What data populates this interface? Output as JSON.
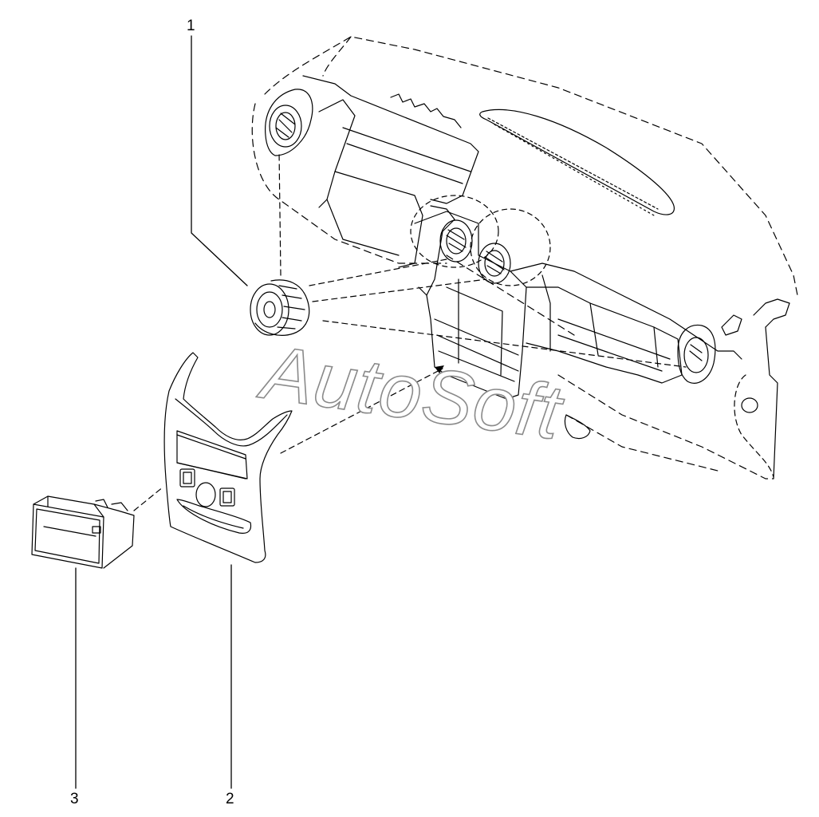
{
  "callouts": {
    "part1": "1",
    "part2": "2",
    "part3": "3"
  },
  "watermark": "AutoSoft",
  "colors": {
    "line": "#000000",
    "watermark_outline": "#8a8a8a"
  }
}
